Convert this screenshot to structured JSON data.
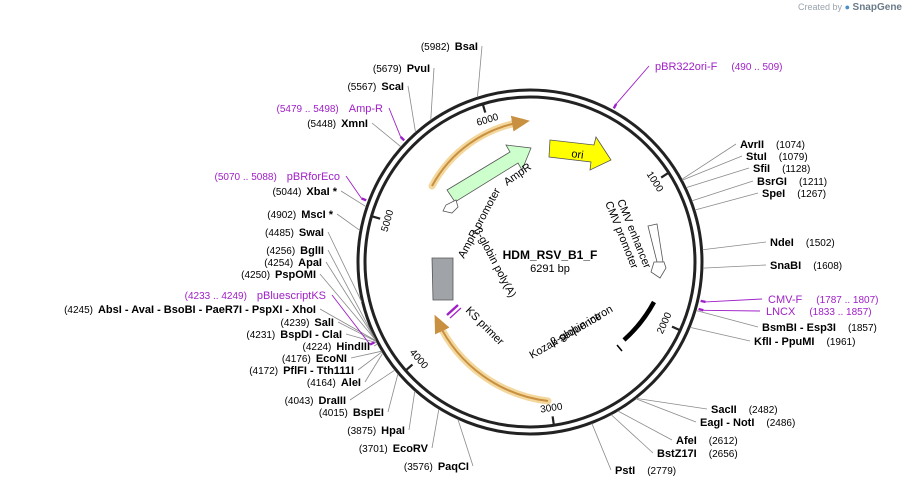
{
  "credit": {
    "prefix": "Created by",
    "brand": "SnapGene"
  },
  "plasmid": {
    "name": "HDM_RSV_B1_F",
    "size_label": "6291 bp",
    "length": 6291
  },
  "ticks": [
    {
      "pos": 1000,
      "label": "1000"
    },
    {
      "pos": 2000,
      "label": "2000"
    },
    {
      "pos": 3000,
      "label": "3000"
    },
    {
      "pos": 4000,
      "label": "4000"
    },
    {
      "pos": 5000,
      "label": "5000"
    },
    {
      "pos": 6000,
      "label": "6000"
    }
  ],
  "right_sites": [
    {
      "name": "AvrII",
      "pos": "(1074)",
      "bp": 1074
    },
    {
      "name": "StuI",
      "pos": "(1079)",
      "bp": 1079
    },
    {
      "name": "SfiI",
      "pos": "(1128)",
      "bp": 1128
    },
    {
      "name": "BsrGI",
      "pos": "(1211)",
      "bp": 1211
    },
    {
      "name": "SpeI",
      "pos": "(1267)",
      "bp": 1267
    },
    {
      "name": "NdeI",
      "pos": "(1502)",
      "bp": 1502
    },
    {
      "name": "SnaBI",
      "pos": "(1608)",
      "bp": 1608
    },
    {
      "name": "BsmBI - Esp3I",
      "pos": "(1857)",
      "bp": 1857
    },
    {
      "name": "KflI - PpuMI",
      "pos": "(1961)",
      "bp": 1961
    },
    {
      "name": "SacII",
      "pos": "(2482)",
      "bp": 2482
    },
    {
      "name": "EagI - NotI",
      "pos": "(2486)",
      "bp": 2486
    },
    {
      "name": "AfeI",
      "pos": "(2612)",
      "bp": 2612
    },
    {
      "name": "BstZ17I",
      "pos": "(2656)",
      "bp": 2656
    },
    {
      "name": "PstI",
      "pos": "(2779)",
      "bp": 2779
    }
  ],
  "left_sites": [
    {
      "name": "BsaI",
      "pos": "(5982)",
      "bp": 5982
    },
    {
      "name": "PvuI",
      "pos": "(5679)",
      "bp": 5679
    },
    {
      "name": "ScaI",
      "pos": "(5567)",
      "bp": 5567
    },
    {
      "name": "XmnI",
      "pos": "(5448)",
      "bp": 5448
    },
    {
      "name": "XbaI *",
      "pos": "(5044)",
      "bp": 5044
    },
    {
      "name": "MscI *",
      "pos": "(4902)",
      "bp": 4902
    },
    {
      "name": "SwaI",
      "pos": "(4485)",
      "bp": 4485
    },
    {
      "name": "BglII",
      "pos": "(4256)",
      "bp": 4256
    },
    {
      "name": "ApaI",
      "pos": "(4254)",
      "bp": 4254
    },
    {
      "name": "PspOMI",
      "pos": "(4250)",
      "bp": 4250
    },
    {
      "name": "AbsI - AvaI - BsoBI - PaeR7I - PspXI - XhoI",
      "pos": "(4245)",
      "bp": 4245
    },
    {
      "name": "SalI",
      "pos": "(4239)",
      "bp": 4239
    },
    {
      "name": "BspDI - ClaI",
      "pos": "(4231)",
      "bp": 4231
    },
    {
      "name": "HindIII",
      "pos": "(4224)",
      "bp": 4224
    },
    {
      "name": "EcoNI",
      "pos": "(4176)",
      "bp": 4176
    },
    {
      "name": "PflFI - Tth111I",
      "pos": "(4172)",
      "bp": 4172
    },
    {
      "name": "AleI",
      "pos": "(4164)",
      "bp": 4164
    },
    {
      "name": "DraIII",
      "pos": "(4043)",
      "bp": 4043
    },
    {
      "name": "BspEI",
      "pos": "(4015)",
      "bp": 4015
    },
    {
      "name": "HpaI",
      "pos": "(3875)",
      "bp": 3875
    },
    {
      "name": "EcoRV",
      "pos": "(3701)",
      "bp": 3701
    },
    {
      "name": "PaqCI",
      "pos": "(3576)",
      "bp": 3576
    }
  ],
  "primers": [
    {
      "name": "pBR322ori-F",
      "pos": "(490 .. 509)",
      "bp": 500
    },
    {
      "name": "CMV-F",
      "pos": "(1787 .. 1807)",
      "bp": 1797
    },
    {
      "name": "LNCX",
      "pos": "(1833 .. 1857)",
      "bp": 1845
    },
    {
      "name": "Amp-R",
      "pos": "(5479 .. 5498)",
      "bp": 5488
    },
    {
      "name": "pBRforEco",
      "pos": "(5070 .. 5088)",
      "bp": 5079
    },
    {
      "name": "pBluescriptKS",
      "pos": "(4233 .. 4249)",
      "bp": 4241
    }
  ],
  "features": [
    {
      "name": "ori",
      "color": "#ffff00"
    },
    {
      "name": "AmpR",
      "color": "#ccffcc"
    },
    {
      "name": "AmpR promoter",
      "color": "#ffffff"
    },
    {
      "name": "CMV enhancer",
      "color": "#ffffff"
    },
    {
      "name": "CMV promoter",
      "color": "#ffffff"
    },
    {
      "name": "β-globin poly(A)",
      "color": "#a0a4a8"
    },
    {
      "name": "KS primer",
      "color": "#a020c8"
    },
    {
      "name": "β-globin intron",
      "color": "#000000"
    },
    {
      "name": "Kozak sequence",
      "color": "#000000"
    }
  ],
  "colors": {
    "primer": "#a020c8",
    "orf_highlight": "#f0c070",
    "orf_arrow": "#c89040"
  }
}
